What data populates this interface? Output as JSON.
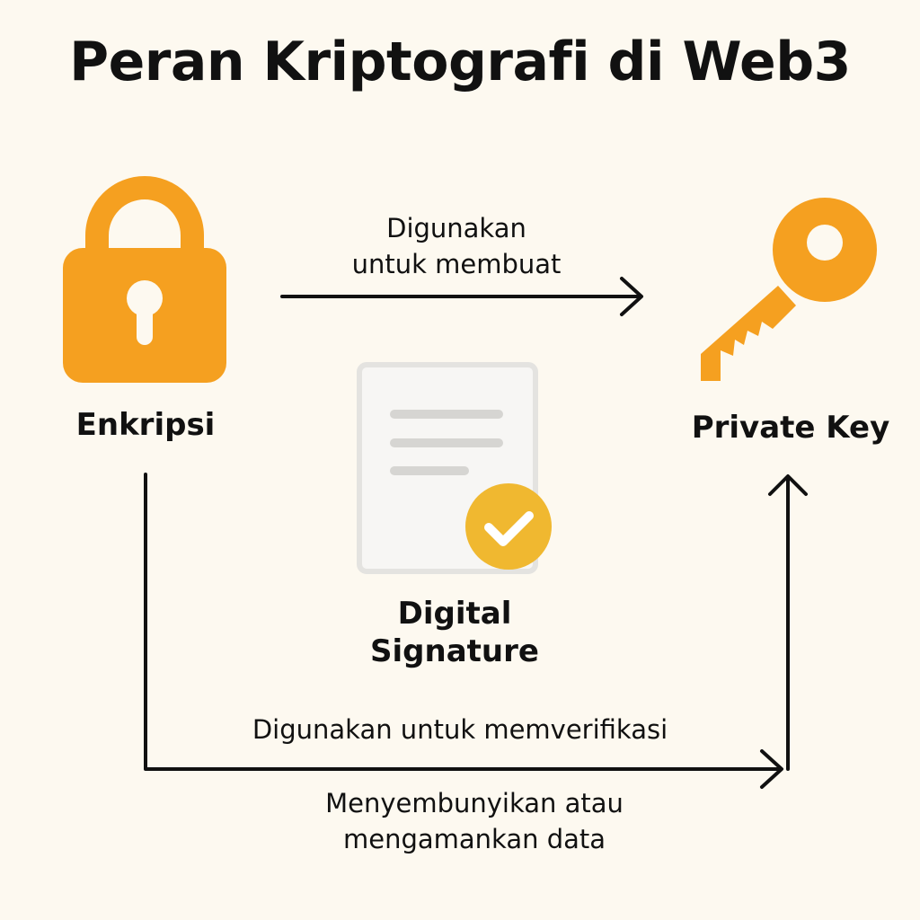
{
  "title": "Peran Kriptografi di Web3",
  "nodes": {
    "encryption": {
      "label": "Enkripsi",
      "icon": "padlock-icon"
    },
    "private_key": {
      "label": "Private Key",
      "icon": "key-icon"
    },
    "digital_signature": {
      "label_line1": "Digital",
      "label_line2": "Signature",
      "icon": "signed-document-icon"
    }
  },
  "edges": {
    "top": {
      "line1": "Digunakan",
      "line2": "untuk membuat"
    },
    "bottom": {
      "text": "Digunakan untuk memverifikasi"
    },
    "note": {
      "line1": "Menyembunyikan atau",
      "line2": "mengamankan data"
    }
  },
  "colors": {
    "background": "#fdf9f0",
    "accent": "#f5a020",
    "badge": "#f0b830",
    "text": "#111111"
  }
}
